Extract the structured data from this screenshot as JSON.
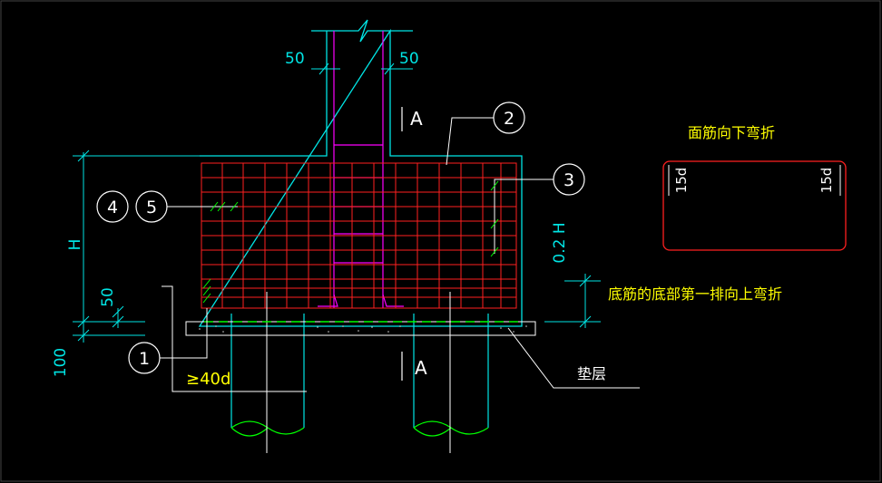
{
  "colors": {
    "background": "#000000",
    "concrete_outline": "#00e5e5",
    "rebar_mesh": "#ff2020",
    "column_rebar": "#ff00ff",
    "dimension": "#00e5e5",
    "yellow_text": "#ffff00",
    "green_dash": "#00ff00",
    "white": "#ffffff"
  },
  "labels": {
    "bubble_1": "1",
    "bubble_2": "2",
    "bubble_3": "3",
    "bubble_4": "4",
    "bubble_5": "5",
    "section_a_top": "A",
    "section_a_bottom": "A"
  },
  "dimensions": {
    "col_left_cover": "50",
    "col_right_cover": "50",
    "height_h": "H",
    "side_50": "50",
    "side_100": "100",
    "right_02h": "0.2 H",
    "anchorage": "≥40d"
  },
  "notes": {
    "top_bend": "面筋向下弯折",
    "bottom_bend": "底筋的底部第一排向上弯折",
    "cushion": "垫层"
  },
  "detail": {
    "left_15d": "15d",
    "right_15d": "15d"
  }
}
